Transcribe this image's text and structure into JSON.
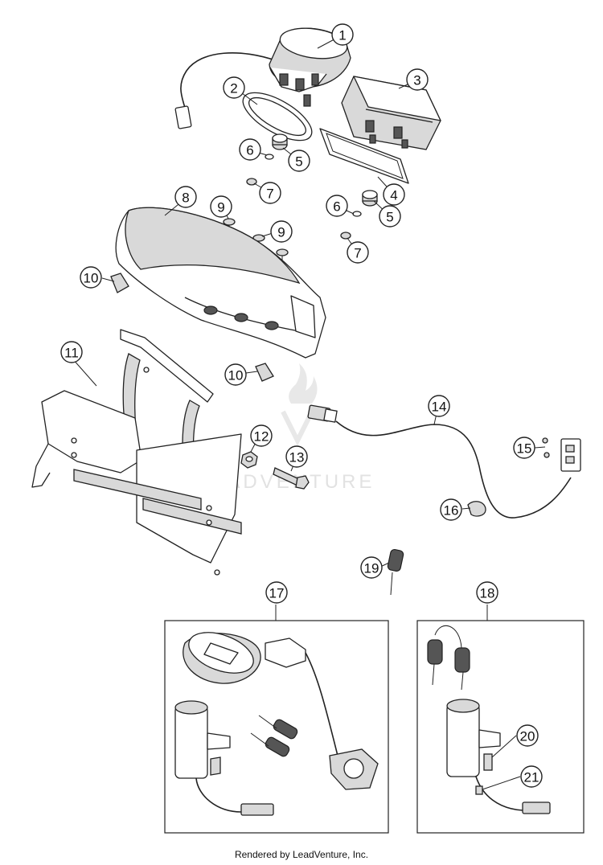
{
  "callouts": [
    {
      "label": "1"
    },
    {
      "label": "2"
    },
    {
      "label": "3"
    },
    {
      "label": "4"
    },
    {
      "label": "5"
    },
    {
      "label": "5"
    },
    {
      "label": "6"
    },
    {
      "label": "6"
    },
    {
      "label": "7"
    },
    {
      "label": "7"
    },
    {
      "label": "8"
    },
    {
      "label": "9"
    },
    {
      "label": "9"
    },
    {
      "label": "10"
    },
    {
      "label": "10"
    },
    {
      "label": "11"
    },
    {
      "label": "12"
    },
    {
      "label": "13"
    },
    {
      "label": "14"
    },
    {
      "label": "15"
    },
    {
      "label": "16"
    },
    {
      "label": "17"
    },
    {
      "label": "18"
    },
    {
      "label": "19"
    },
    {
      "label": "20"
    },
    {
      "label": "21"
    }
  ],
  "watermark": "LEADVENTURE",
  "footer": "Rendered by LeadVenture, Inc."
}
